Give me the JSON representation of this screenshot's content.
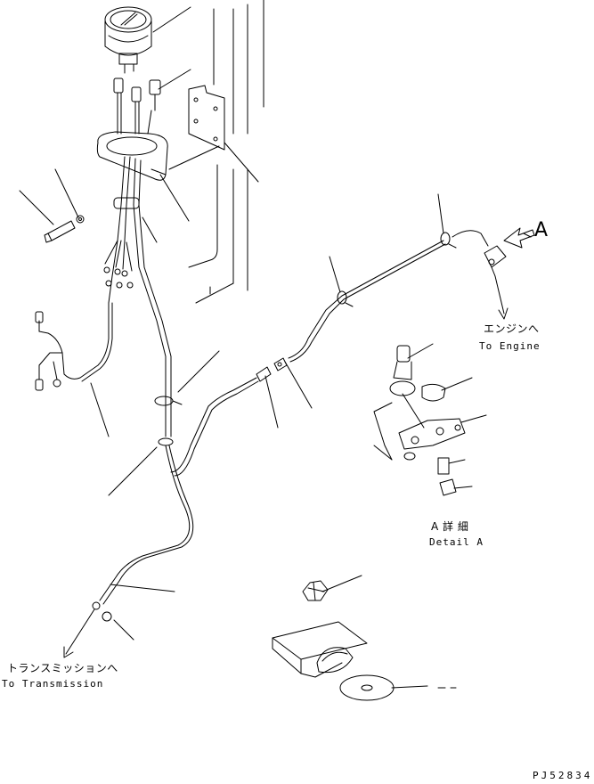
{
  "labels": {
    "view_marker": "A",
    "engine_jp": "エンジンへ",
    "engine_en": "To Engine",
    "detail_jp": "A 詳 細",
    "detail_en": "Detail A",
    "transmission_jp": "トランスミッションへ",
    "transmission_en": "To Transmission",
    "drawing_code": "PJ52834"
  },
  "colors": {
    "line": "#000000",
    "background": "#ffffff"
  }
}
